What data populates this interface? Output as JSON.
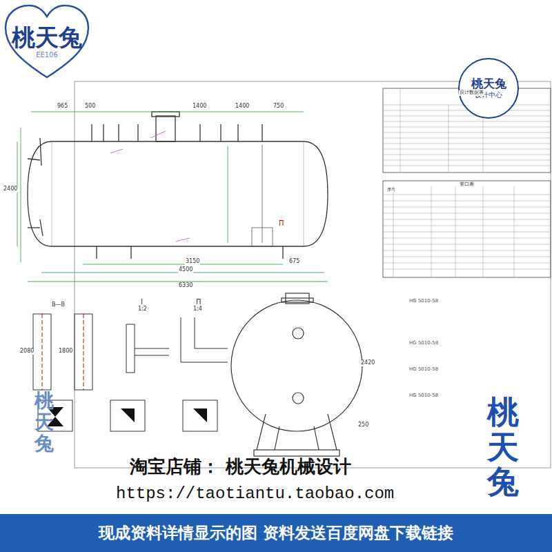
{
  "diagram": {
    "nodes": [
      {
        "text": [
          "桃天兔",
          "EE106"
        ]
      },
      {
        "text": [
          "桃天兔",
          "设计中心"
        ]
      },
      {
        "text": [
          "现成资料详情显示的图 资料发送百度网盘下载链接"
        ]
      }
    ],
    "labels": [
      "965",
      "500",
      "1400",
      "1400",
      "750",
      "2400",
      "3150",
      "4500",
      "6330",
      "675",
      "Π",
      "B—B",
      "I",
      "1:2",
      "Π",
      "1:4",
      "2080",
      "1800",
      "2420",
      "250",
      "HG 5010-58",
      "HG 5010-58",
      "HG 5010-58",
      "HG 5010-58",
      "设计数据表",
      "管口表",
      "序号",
      "淘宝店铺：  桃天兔机械设计",
      "https://taotiantu.taobao.com",
      "桃天兔",
      "桃天兔"
    ]
  }
}
